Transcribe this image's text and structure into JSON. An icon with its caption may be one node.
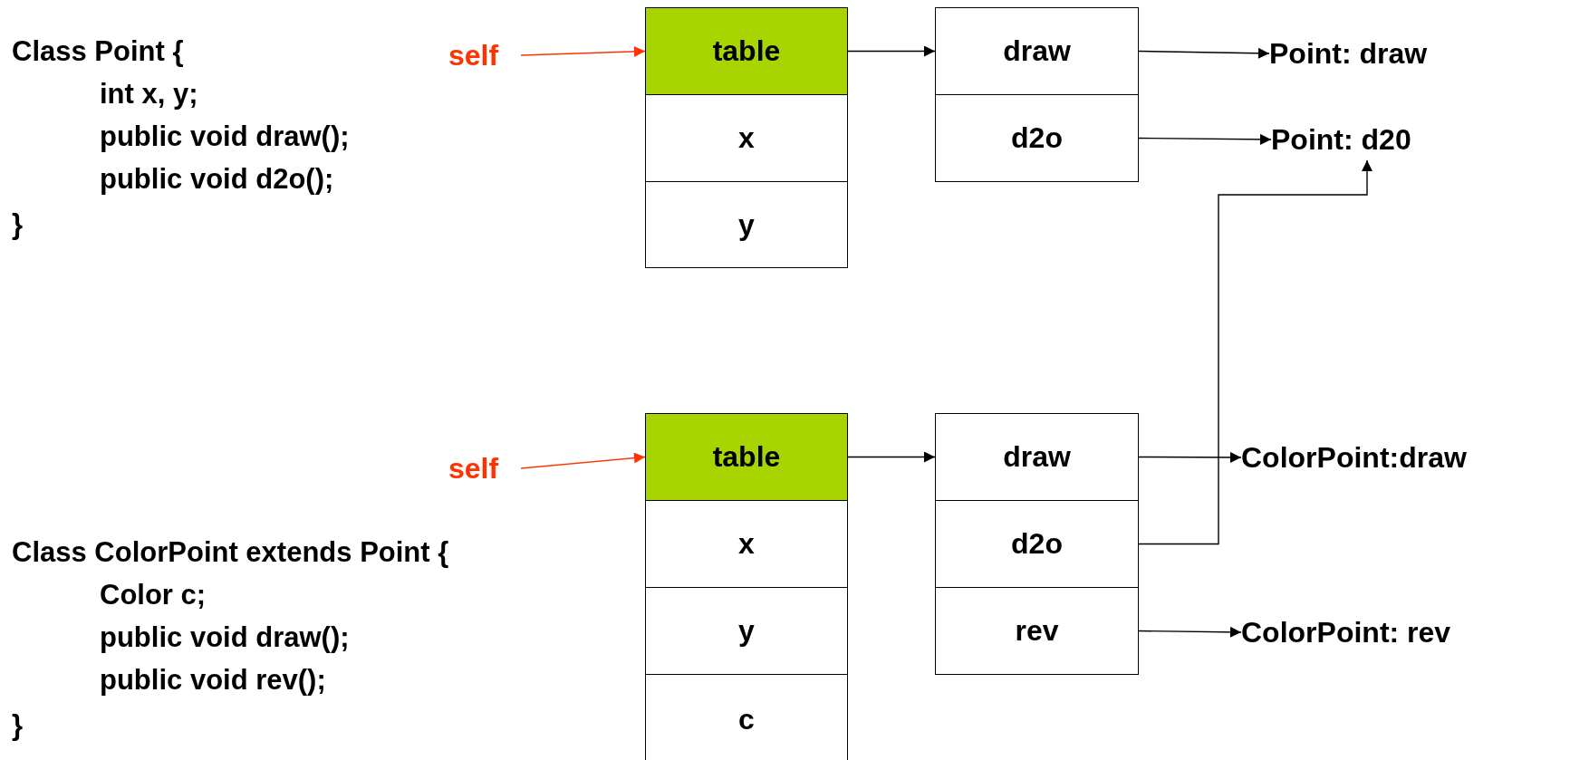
{
  "diagram": {
    "nodes": [
      {
        "text": [
          "self"
        ]
      },
      {
        "text": [
          "table"
        ]
      },
      {
        "text": [
          "x"
        ]
      },
      {
        "text": [
          "y"
        ]
      },
      {
        "text": [
          "draw"
        ]
      },
      {
        "text": [
          "d2o"
        ]
      },
      {
        "text": [
          "Point: draw"
        ]
      },
      {
        "text": [
          "Point: d20"
        ]
      },
      {
        "text": [
          "self"
        ]
      },
      {
        "text": [
          "table"
        ]
      },
      {
        "text": [
          "x"
        ]
      },
      {
        "text": [
          "y"
        ]
      },
      {
        "text": [
          "c"
        ]
      },
      {
        "text": [
          "draw"
        ]
      },
      {
        "text": [
          "d2o"
        ]
      },
      {
        "text": [
          "rev"
        ]
      },
      {
        "text": [
          "ColorPoint:draw"
        ]
      },
      {
        "text": [
          "ColorPoint: rev"
        ]
      }
    ],
    "edges": [
      {
        "from": 0,
        "to": 1,
        "arrow": "to",
        "color": "#ff3300"
      },
      {
        "from": 1,
        "to": 4,
        "arrow": "to"
      },
      {
        "from": 4,
        "to": 6,
        "arrow": "to"
      },
      {
        "from": 5,
        "to": 7,
        "arrow": "to"
      },
      {
        "from": 8,
        "to": 9,
        "arrow": "to",
        "color": "#ff3300"
      },
      {
        "from": 9,
        "to": 13,
        "arrow": "to"
      },
      {
        "from": 13,
        "to": 16,
        "arrow": "to"
      },
      {
        "from": 14,
        "to": 7,
        "arrow": "to"
      },
      {
        "from": 15,
        "to": 17,
        "arrow": "to"
      }
    ],
    "labels": [
      "Class Point {",
      "int x, y;",
      "public void draw();",
      "public void d2o();",
      "}",
      "Class ColorPoint extends Point {",
      "Color c;",
      "public void draw();",
      "public void rev();",
      "}"
    ]
  }
}
